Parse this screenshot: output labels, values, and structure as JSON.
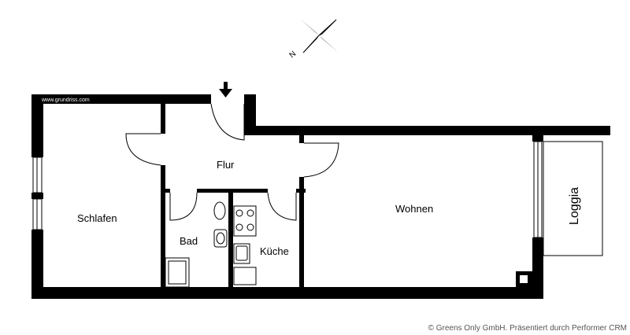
{
  "watermark": "www.grundriss.com",
  "rooms": {
    "flur": "Flur",
    "schlafen": "Schlafen",
    "bad": "Bad",
    "kueche": "Küche",
    "wohnen": "Wohnen",
    "loggia": "Loggia"
  },
  "compass": {
    "north_label": "N"
  },
  "footer": "© Greens Only GmbH. Präsentiert durch Performer CRM"
}
